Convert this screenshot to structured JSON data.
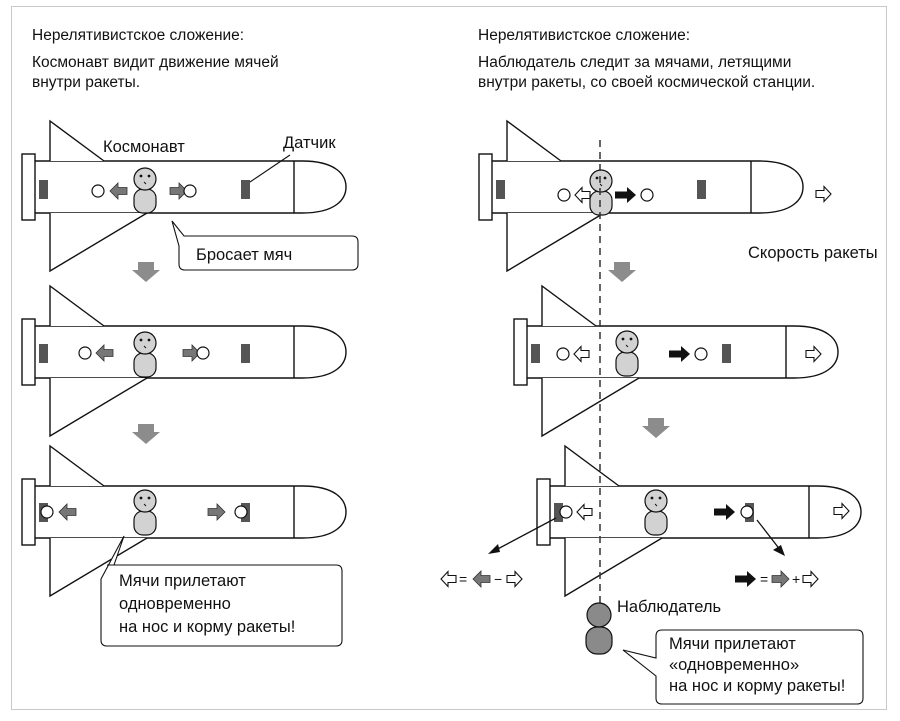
{
  "left_panel": {
    "title_line1": "Нерелятивистское сложение:",
    "title_line2": "Космонавт видит движение мячей",
    "title_line3": "внутри ракеты.",
    "label_cosmonaut": "Космонавт",
    "label_sensor": "Датчик",
    "callout_throw": "Бросает мяч",
    "callout_line1": "Мячи прилетают",
    "callout_line2": "одновременно",
    "callout_line3": "на нос и корму ракеты!"
  },
  "right_panel": {
    "title_line1": "Нерелятивистское сложение:",
    "title_line2": "Наблюдатель следит за мячами, летящими",
    "title_line3": "внутри ракеты, со своей космической станции.",
    "label_rocket_speed": "Скорость ракеты",
    "label_observer": "Наблюдатель",
    "callout_line1": "Мячи прилетают",
    "callout_line2": "«одновременно»",
    "callout_line3": "на нос и корму ракеты!",
    "eq_left_equals": "=",
    "eq_left_minus": "−",
    "eq_right_equals": "=",
    "eq_right_plus": "+"
  },
  "colors": {
    "ball_arrow_gray": "#777777",
    "ball_arrow_dark": "#111111",
    "sensor": "#555555",
    "person_fill": "#d2d2d2",
    "observer_fill": "#8a8a8a",
    "step_arrow": "#8c8c8c"
  }
}
